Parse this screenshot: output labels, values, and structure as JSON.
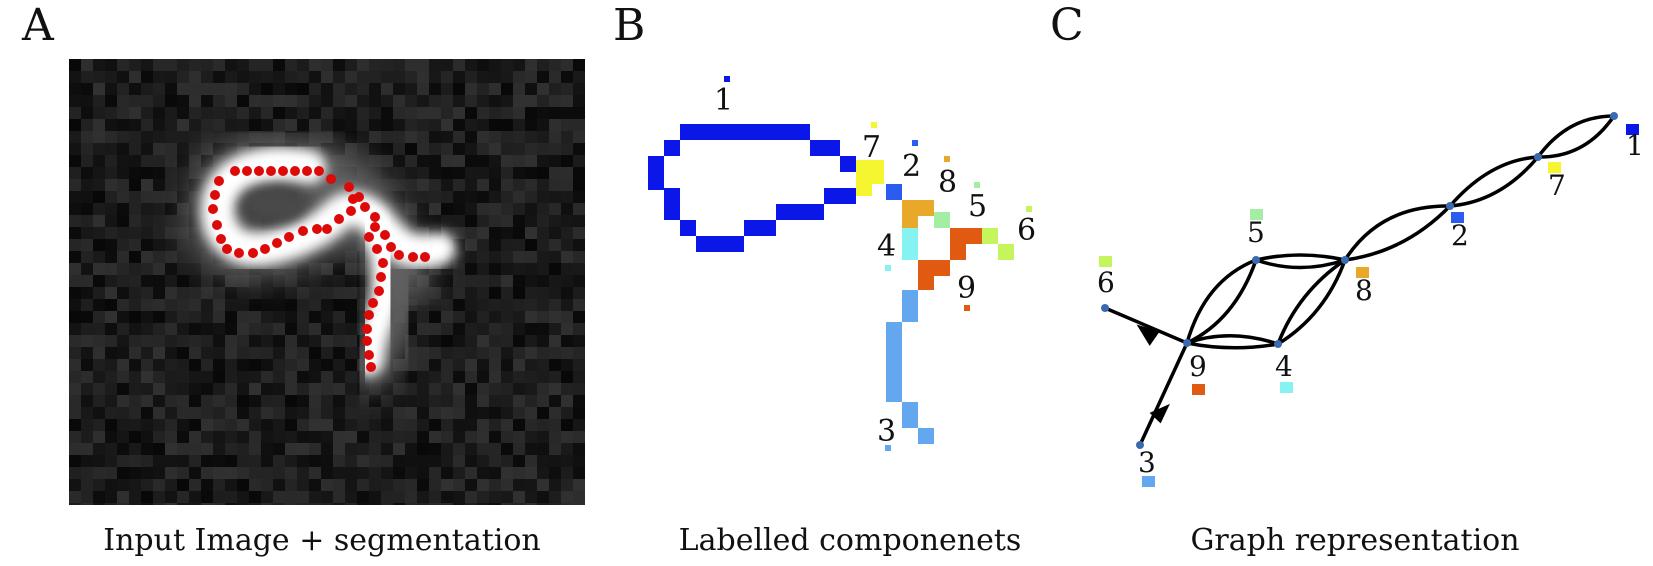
{
  "panels": {
    "a": {
      "letter": "A",
      "caption": "Input Image + segmentation"
    },
    "b": {
      "letter": "B",
      "caption": "Labelled componenets",
      "component_labels": [
        "1",
        "7",
        "2",
        "8",
        "5",
        "6",
        "4",
        "9",
        "3"
      ]
    },
    "c": {
      "letter": "C",
      "caption": "Graph representation",
      "node_labels": [
        "1",
        "7",
        "2",
        "5",
        "8",
        "6",
        "9",
        "4",
        "3"
      ]
    }
  },
  "component_colors": {
    "1": "#0a17e8",
    "2": "#2b5cf0",
    "3": "#63a8ee",
    "4": "#86f3f3",
    "5": "#a3eea3",
    "6": "#c4f55d",
    "7": "#f6f630",
    "8": "#e8a82a",
    "9": "#e05a12"
  },
  "segmentation_color": "#dd0a0a"
}
